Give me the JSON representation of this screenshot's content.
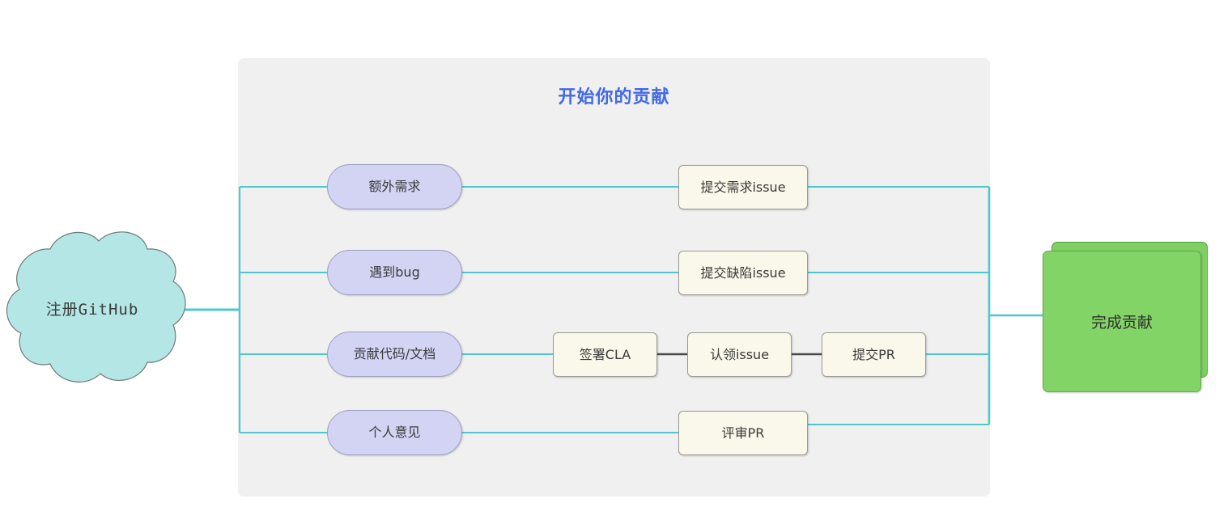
{
  "diagram": {
    "title": "开始你的贡献",
    "title_color": "#4169e8",
    "panel_color": "#f0f0f0",
    "branch_line_color": "#4ec8cd",
    "chain_line_color": "#4a4a4a",
    "start": {
      "label": "注册GitHub",
      "shape": "cloud",
      "fill": "#b5e6e6"
    },
    "end": {
      "label": "完成贡献",
      "shape": "stacked-rect",
      "fill": "#83d466"
    },
    "branches": [
      {
        "trigger": "额外需求",
        "action": "提交需求issue",
        "chain": []
      },
      {
        "trigger": "遇到bug",
        "action": "提交缺陷issue",
        "chain": []
      },
      {
        "trigger": "贡献代码/文档",
        "action": "签署CLA",
        "chain": [
          "认领issue",
          "提交PR"
        ]
      },
      {
        "trigger": "个人意见",
        "action": "评审PR",
        "chain": []
      }
    ]
  }
}
